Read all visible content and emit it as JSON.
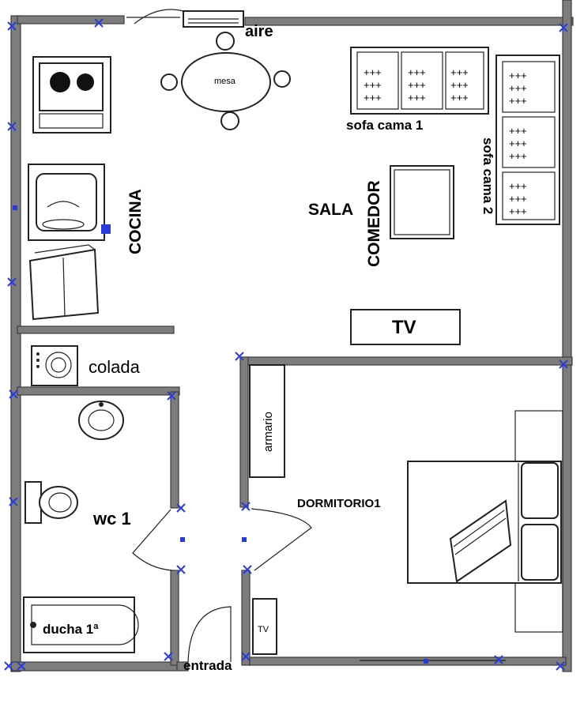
{
  "labels": {
    "aire": "aire",
    "mesa": "mesa",
    "sofa_cama_1": "sofa cama 1",
    "sofa_cama_2": "sofa cama 2",
    "cocina": "COCINA",
    "sala": "SALA",
    "comedor": "COMEDOR",
    "tv_living": "TV",
    "colada": "colada",
    "armario": "armario",
    "dormitorio": "DORMITORIO1",
    "wc": "wc 1",
    "ducha": "ducha 1ª",
    "tv_small": "TV",
    "entrada": "entrada"
  },
  "colors": {
    "wall": "#7d7d7d",
    "marker": "#2a3bd8",
    "line": "#222222"
  }
}
